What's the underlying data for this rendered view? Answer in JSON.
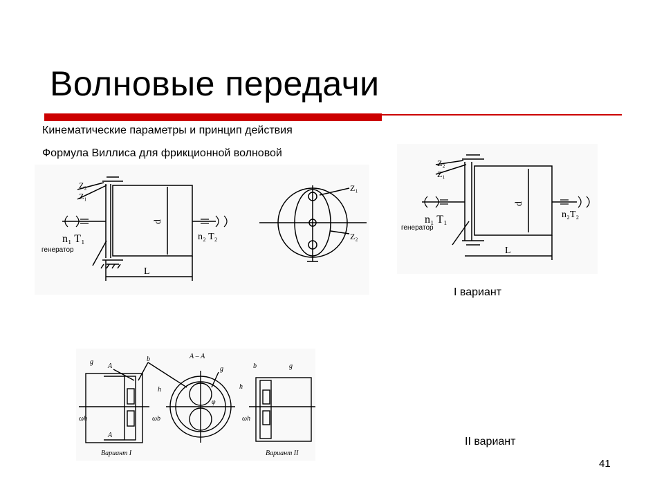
{
  "slide": {
    "title": "Волновые передачи",
    "subtitle1": "Кинематические параметры и принцип действия",
    "subtitle2": "Формула Виллиса для фрикционной волновой",
    "caption1": "I вариант",
    "caption2": "II вариант",
    "page_number": "41"
  },
  "accent_color": "#cc0000",
  "diagram1": {
    "z2": "Z₂",
    "z1": "Z₁",
    "n1t1": "n₁ T₁",
    "n2t2": "n₂ T₂",
    "generator": "генератор",
    "d": "d",
    "L": "L",
    "cz1": "Z₁",
    "cz2": "Z₂"
  },
  "diagram2": {
    "z2": "Z₂",
    "z1": "Z₁",
    "n1t1": "n₁ T₁",
    "n2t2": "n₂T₂",
    "generator": "генератор",
    "d": "d",
    "L": "L"
  },
  "diagram3": {
    "g": "g",
    "a1": "A",
    "b": "b",
    "aa": "А – А",
    "g1": "g",
    "h": "h",
    "wh": "ωh",
    "wb": "ωb",
    "a2": "A",
    "phi": "φ",
    "variant1": "Вариант I",
    "variant2": "Вариант II",
    "b2": "b",
    "g2": "g",
    "h2": "h",
    "wh2": "ωh"
  }
}
